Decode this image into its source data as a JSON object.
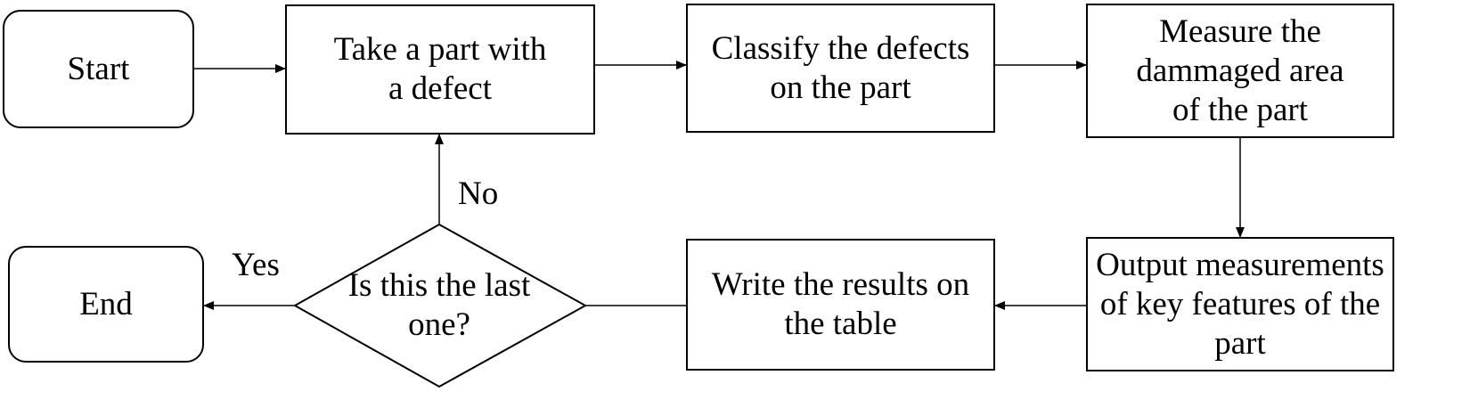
{
  "flowchart": {
    "start": "Start",
    "take_part": "Take a part with a defect",
    "classify": "Classify the defects on the part",
    "measure": "Measure the dammaged area of the part",
    "output": "Output measurements of key features of the part",
    "write": "Write the results on the table",
    "decision": "Is this the last one?",
    "end": "End",
    "edge_no": "No",
    "edge_yes": "Yes"
  },
  "colors": {
    "stroke": "#000000",
    "fill": "#ffffff",
    "text": "#000000"
  }
}
